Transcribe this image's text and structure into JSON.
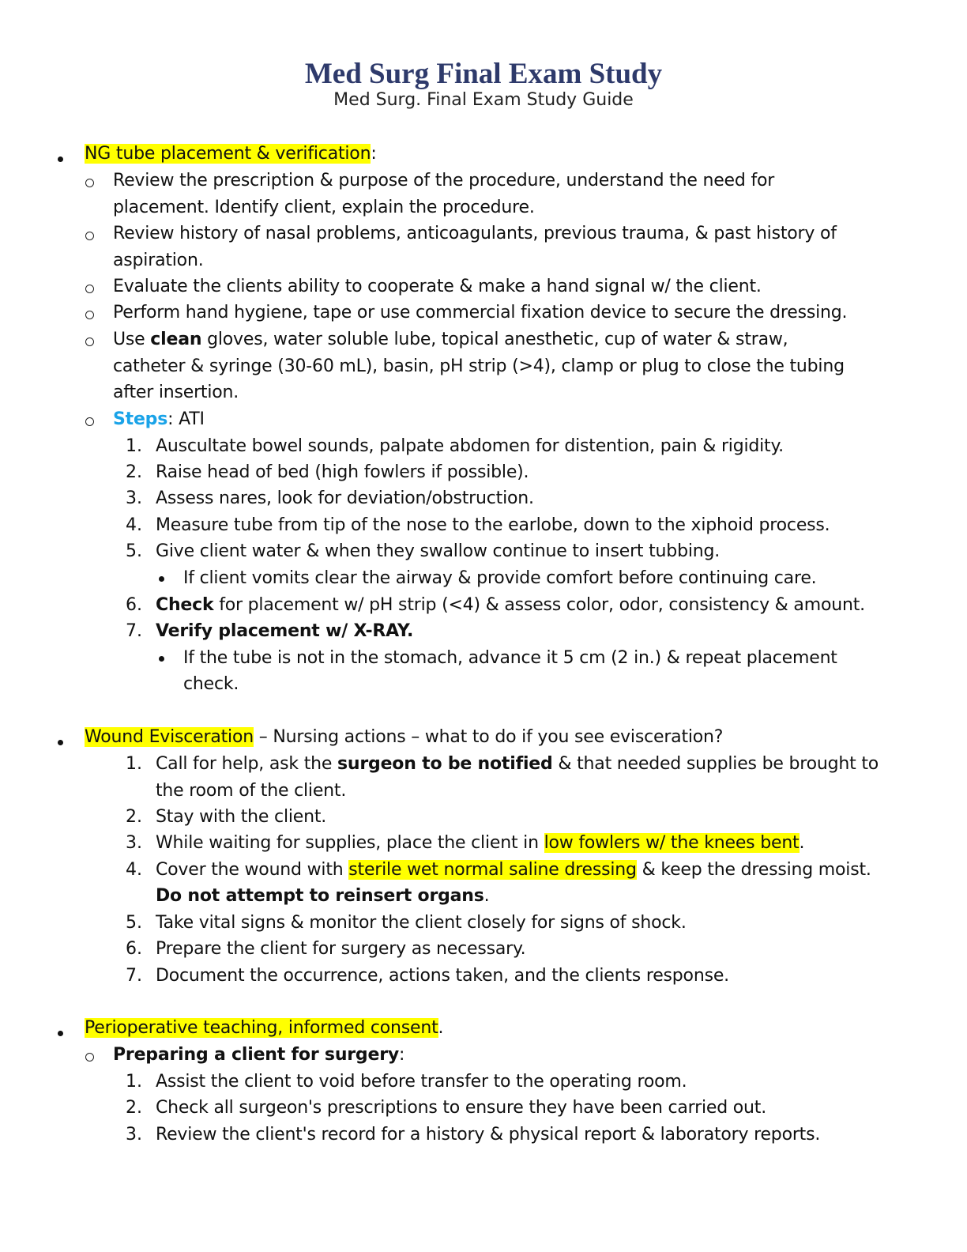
{
  "document": {
    "title": "Med Surg Final Exam Study",
    "subtitle": "Med Surg. Final Exam Study Guide"
  },
  "ng": {
    "heading": "NG tube placement & verification",
    "colon": ":",
    "sub1a": "Review the prescription & purpose of the procedure, understand the need for",
    "sub1b": "placement. Identify client, explain the procedure.",
    "sub2a": "Review history of nasal problems, anticoagulants, previous trauma, & past history of",
    "sub2b": "aspiration.",
    "sub3": "Evaluate the clients ability to cooperate & make a hand signal w/ the client.",
    "sub4": "Perform hand hygiene, tape or use commercial fixation device to secure the dressing.",
    "sub5_pre": "Use ",
    "sub5_bold": "clean",
    "sub5_post": " gloves, water soluble lube, topical anesthetic, cup of water & straw,",
    "sub5b": "catheter & syringe (30-60 mL), basin, pH strip (>4), clamp or plug to close the tubing",
    "sub5c": "after insertion.",
    "steps_label": "Steps",
    "steps_rest": ": ATI",
    "s1": "Auscultate bowel sounds, palpate abdomen for distention, pain & rigidity.",
    "s2": "Raise head of bed (high fowlers if possible).",
    "s3": "Assess nares, look for deviation/obstruction.",
    "s4": "Measure tube from tip of the nose to the earlobe, down to the xiphoid process.",
    "s5": "Give client water & when they swallow continue to insert tubbing.",
    "s5_bullet": "If client vomits clear the airway & provide comfort before continuing care.",
    "s6_bold": "Check",
    "s6_rest": " for placement w/ pH strip (<4) & assess color, odor, consistency & amount.",
    "s7_bold": "Verify placement w/ X-RAY.",
    "s7_bullet_a": "If the tube is not in the stomach, advance it 5 cm (2 in.) & repeat placement",
    "s7_bullet_b": "check."
  },
  "wound": {
    "heading": "Wound Evisceration",
    "heading_rest": " – Nursing actions – what to do if you see evisceration?",
    "w1_pre": "Call for help, ask the ",
    "w1_bold": "surgeon to be notified",
    "w1_post": " & that needed supplies be brought to",
    "w1b": "the room of the client.",
    "w2": "Stay with the client.",
    "w3_pre": "While waiting for supplies, place the client in ",
    "w3_hl": "low fowlers w/ the knees bent",
    "w3_post": ".",
    "w4_pre": "Cover the wound with ",
    "w4_hl": "sterile wet normal saline dressing",
    "w4_post": " & keep the dressing moist.",
    "w4b_bold": "Do not attempt to reinsert organs",
    "w4b_post": ".",
    "w5": "Take vital signs & monitor the client closely for signs of shock.",
    "w6": "Prepare the client for surgery as necessary.",
    "w7": "Document the occurrence, actions taken, and the clients response."
  },
  "periop": {
    "heading": "Perioperative teaching, informed consent",
    "heading_rest": ".",
    "sub_bold": "Preparing a client for surgery",
    "sub_rest": ":",
    "p1": "Assist the client to void before transfer to the operating room.",
    "p2": "Check all surgeon's prescriptions to ensure they have been carried out.",
    "p3": "Review the client's record for a history & physical report & laboratory reports."
  },
  "numbers": [
    "1.",
    "2.",
    "3.",
    "4.",
    "5.",
    "6.",
    "7."
  ]
}
